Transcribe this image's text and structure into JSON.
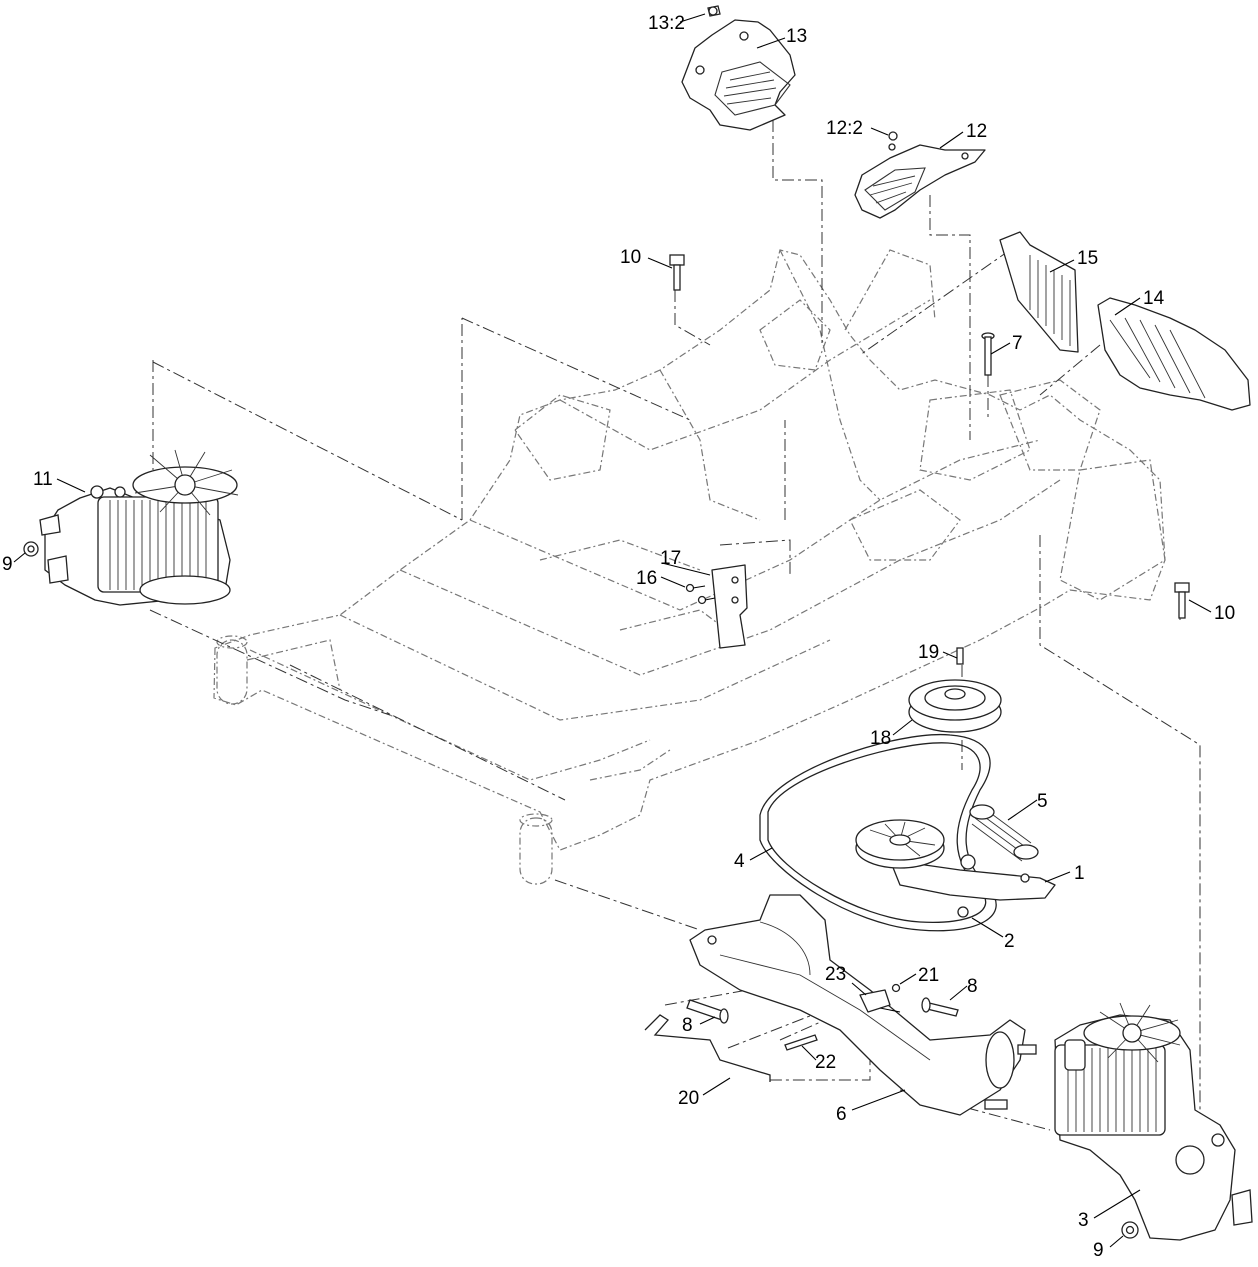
{
  "callouts": [
    {
      "id": "c1",
      "text": "1"
    },
    {
      "id": "c2",
      "text": "2"
    },
    {
      "id": "c3",
      "text": "3"
    },
    {
      "id": "c4",
      "text": "4"
    },
    {
      "id": "c5",
      "text": "5"
    },
    {
      "id": "c6",
      "text": "6"
    },
    {
      "id": "c7",
      "text": "7"
    },
    {
      "id": "c8a",
      "text": "8"
    },
    {
      "id": "c8b",
      "text": "8"
    },
    {
      "id": "c9a",
      "text": "9"
    },
    {
      "id": "c9b",
      "text": "9"
    },
    {
      "id": "c10a",
      "text": "10"
    },
    {
      "id": "c10b",
      "text": "10"
    },
    {
      "id": "c11",
      "text": "11"
    },
    {
      "id": "c12",
      "text": "12"
    },
    {
      "id": "c12b",
      "text": "12:2"
    },
    {
      "id": "c13",
      "text": "13"
    },
    {
      "id": "c13b",
      "text": "13:2"
    },
    {
      "id": "c14",
      "text": "14"
    },
    {
      "id": "c15",
      "text": "15"
    },
    {
      "id": "c16",
      "text": "16"
    },
    {
      "id": "c17",
      "text": "17"
    },
    {
      "id": "c18",
      "text": "18"
    },
    {
      "id": "c19",
      "text": "19"
    },
    {
      "id": "c20",
      "text": "20"
    },
    {
      "id": "c21",
      "text": "21"
    },
    {
      "id": "c22",
      "text": "22"
    },
    {
      "id": "c23",
      "text": "23"
    }
  ]
}
